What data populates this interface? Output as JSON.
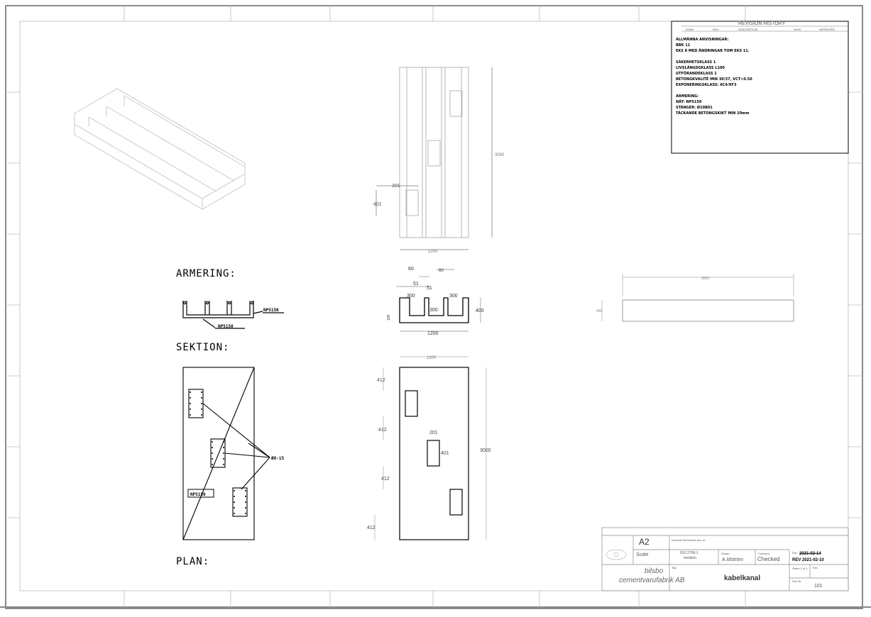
{
  "revision_history": {
    "title": "REVISION HISTORY",
    "columns": [
      "ZONE",
      "REV",
      "DESCRIPTION",
      "DATE",
      "APPROVED"
    ]
  },
  "notes": {
    "lines": [
      "ALLMÄNNA ANVISNINGAR:",
      "BBK 11",
      "EKS 8 MED ÄNDRINGAR TOM EKS 11.",
      "",
      "SÄKERHETSKLASS 1",
      "LIVSLÄNGDSKLASS L100",
      "UTFÖRANDEKLASS 1",
      "BETONGKVALITÉ MIN 30/37, VCT<0.50",
      "EXPONERINGSKLASS: XC4/XF3",
      "",
      "ARMERING:",
      "NÄT: NP5150",
      "STÄNGER: Ø10B01",
      "TÄCKANDE BETONGSKIKT MIN 20mm"
    ]
  },
  "sections": {
    "armering": "ARMERING:",
    "sektion": "SEKTION:",
    "plan": "PLAN:"
  },
  "callouts": {
    "mesh_upper": "NP5150",
    "mesh_lower": "NP5150",
    "mesh_plan": "NP5150",
    "bar": "Ø8-15"
  },
  "dimensions": {
    "elev_height": "3000",
    "elev_opening_w": "201",
    "elev_opening_h": "401",
    "elev_width": "1200",
    "sec_top": "60",
    "sec_top2": "60",
    "sec_51a": "51",
    "sec_51b": "51",
    "sec_300a": "300",
    "sec_300b": "300",
    "sec_300c": "300",
    "sec_height": "400",
    "sec_base": "100",
    "sec_width": "1200",
    "plan_width": "1200",
    "plan_412a": "412",
    "plan_412b": "412",
    "plan_412c": "412",
    "plan_412d": "412",
    "plan_201": "201",
    "plan_401": "401",
    "plan_height": "3000",
    "side_length": "3000",
    "side_height": "400"
  },
  "title_block": {
    "size": "A2",
    "scale_label": "Scale",
    "tolerances": "General Tolerances acc. to",
    "iso": "ISO 2768-1",
    "iso_class": "medium",
    "drawn_label": "Drawn",
    "drawn_by": "A.Idström",
    "checked_label": "Checked",
    "checked_by": "Checked",
    "date_label": "Dat",
    "date_value": "2021-02-14",
    "rev": "REV 2021-02-10",
    "company_1": "bilsbo",
    "company_2": "cementvarufabrik AB",
    "title_label": "Title",
    "title": "kabelkanal",
    "sheet_label": "Sheet 1 of 1",
    "rev_label": "Rev",
    "doc_label": "Doc.Nr",
    "doc_number": "101"
  },
  "colors": {
    "line": "#000000",
    "light_line": "#9a9a9a",
    "border": "#555555"
  }
}
